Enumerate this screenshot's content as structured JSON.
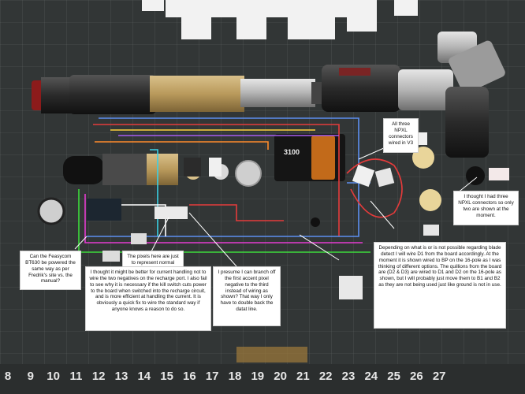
{
  "notes": {
    "npxl_wired": "All three NPXL connectors wired in V3",
    "npxl_two_shown": "I thought I had three NPXL connectors so only two are shown at the moment.",
    "feasycom": "Can the Feasycom BT630 be powered the same way as per Fredrik's site vs. the manual?",
    "pixels": "The pixels here are just to represent normal LEDs",
    "current_handling": "I thought it might be better for current handling not to wire the two negatives on the recharge port. I also fail to see why it is necessary if the kill switch cuts power to the board when switched into the recharge circuit, and is more efficient at handling the current. It is obviously a quick fix to wire the standard way if anyone knows a reason to do so.",
    "accent_pixel": "I presume I can branch off the first accent pixel negative to the third instead of wiring as shown? That way I only have to double back the datat line.",
    "blade_detect": "Depending on what is or is not possible regarding blade detect I will wire D1 from the board accordingly. At the moment it is shown wired to BP on the 16-pole as I was thinking of different options. The quillions from the board are (D2 & D3) are wired to D1 and D2 on the 16-pole as shown, but I will probably just move them to B1 and B2 as they are not being used just like ground is not in use."
  },
  "battery_label": "3100",
  "ruler": [
    "8",
    "9",
    "10",
    "11",
    "12",
    "13",
    "14",
    "15",
    "16",
    "17",
    "18",
    "19",
    "20",
    "21",
    "22",
    "23",
    "24",
    "25",
    "26",
    "27"
  ]
}
